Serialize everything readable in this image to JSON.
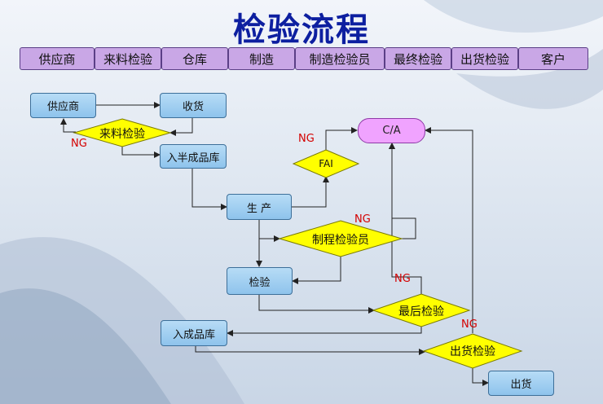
{
  "title": "检验流程",
  "header": [
    "供应商",
    "来料检验",
    "仓库",
    "制造",
    "制造检验员",
    "最终检验",
    "出货检验",
    "客户"
  ],
  "nodes": {
    "supplier": "供应商",
    "receiving": "收货",
    "incoming_inspection": "来料检验",
    "semi_finished_store": "入半成品库",
    "production": "生  产",
    "fai": "FAI",
    "ca": "C/A",
    "process_inspector": "制程检验员",
    "inspection": "检验",
    "final_inspection": "最后检验",
    "finished_store": "入成品库",
    "shipping_inspection": "出货检验",
    "shipment": "出货"
  },
  "ng_label": "NG",
  "colors": {
    "title": "#0d1fa0",
    "header_fill": "#c9a7e6",
    "process_fill": "#9ccff2",
    "decision_fill": "#ffff00",
    "ca_fill": "#f0a3ff",
    "ng_text": "#d40000"
  }
}
